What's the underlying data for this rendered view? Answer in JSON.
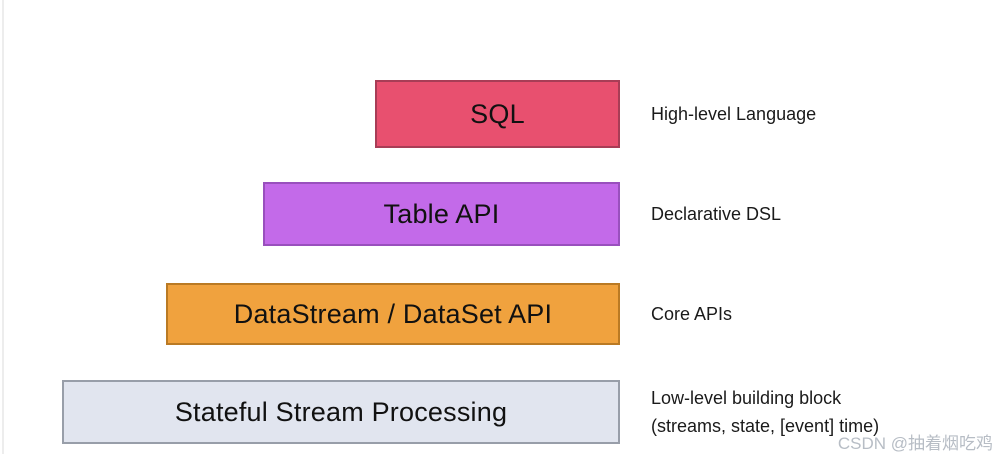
{
  "layers": [
    {
      "label": "SQL",
      "caption": "High-level Language",
      "fill": "#e8506f",
      "border": "#a83d56"
    },
    {
      "label": "Table API",
      "caption": "Declarative DSL",
      "fill": "#c36ae9",
      "border": "#9950bd"
    },
    {
      "label": "DataStream / DataSet API",
      "caption": "Core APIs",
      "fill": "#f0a23e",
      "border": "#ba7a24"
    },
    {
      "label": "Stateful Stream Processing",
      "caption": "Low-level building block\n(streams, state, [event] time)",
      "fill": "#e1e5ef",
      "border": "#989ea9"
    }
  ],
  "watermark": "CSDN @抽着烟吃鸡",
  "colors": {
    "background": "#ffffff",
    "box_text": "#111111",
    "caption_text": "#1a1a1a",
    "watermark_text": "#b7bdc5"
  }
}
